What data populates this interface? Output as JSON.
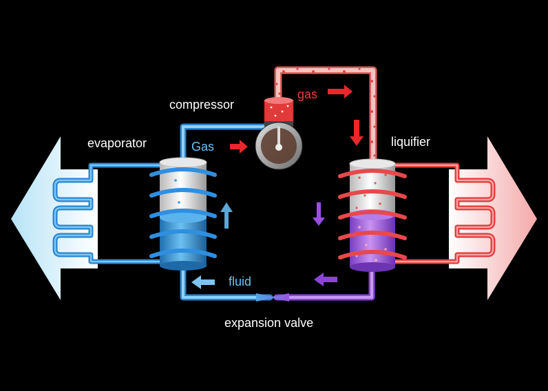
{
  "labels": {
    "compressor": "compressor",
    "evaporator": "evaporator",
    "liquifier": "liquifier",
    "gas_in": "Gas",
    "gas_out": "gas",
    "fluid": "fluid",
    "expansion_valve": "expansion valve"
  },
  "colors": {
    "background": "#000000",
    "cold_pipe": "#3a9be0",
    "cold_fluid": "#2f8fd6",
    "hot_pipe": "#f05050",
    "hot_gas": "#f6b4b4",
    "mixed_fluid": "#a05de0",
    "text": "#ffffff",
    "cold_text": "#6ec3f2",
    "hot_text": "#f03c3c"
  },
  "icons": [
    "cold-air-arrow-icon",
    "warm-air-arrow-icon",
    "flow-arrow-icon"
  ]
}
